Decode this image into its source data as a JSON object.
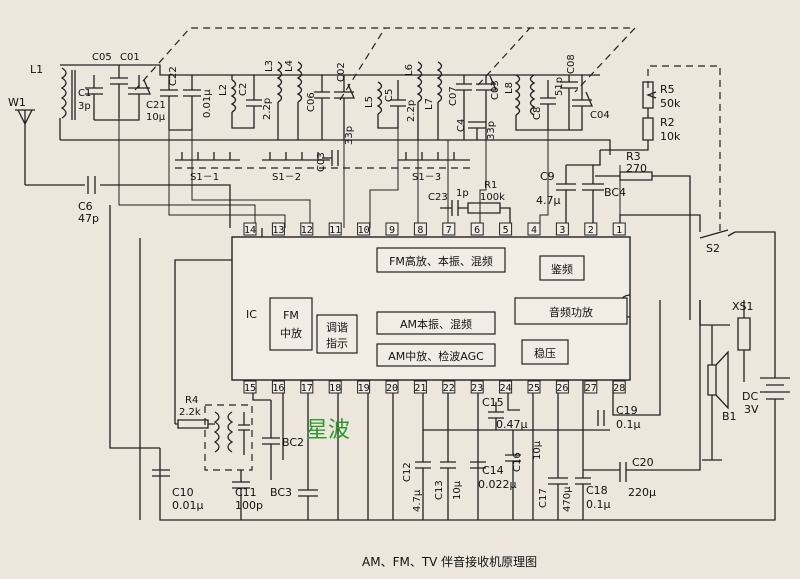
{
  "ic": {
    "label": "IC",
    "blocks": {
      "fm_front": "FM高放、本振、混频",
      "detector": "鉴频",
      "fm_if": [
        "FM",
        "中放"
      ],
      "tuning": [
        "调谐",
        "指示"
      ],
      "am_osc": "AM本振、混频",
      "audio_amp": "音频功放",
      "am_if": "AM中放、检波AGC",
      "regulator": "稳压"
    },
    "pins_top": [
      "14",
      "13",
      "12",
      "11",
      "10",
      "9",
      "8",
      "7",
      "6",
      "5",
      "4",
      "3",
      "2",
      "1"
    ],
    "pins_bottom": [
      "15",
      "16",
      "17",
      "18",
      "19",
      "20",
      "21",
      "22",
      "23",
      "24",
      "25",
      "26",
      "27",
      "28"
    ]
  },
  "components": {
    "L1": "L1",
    "W1": "W1",
    "C1": "C1",
    "C1v": "3p",
    "C05": "C05",
    "C01": "C01",
    "C21": "C21",
    "C21v": "10μ",
    "C22": "C22",
    "C22v": "0.01μ",
    "L2": "L2",
    "C2": "C2",
    "C2v": "2.2p",
    "L3": "L3",
    "L4": "L4",
    "C06": "C06",
    "C02": "C02",
    "C03": "C03",
    "C03v": "33p",
    "L5": "L5",
    "C5": "C5",
    "C5v": "2.2p",
    "L6": "L6",
    "L7": "L7",
    "C07": "C07",
    "C4": "C4",
    "C4v": "33p",
    "L8": "L8",
    "C8": "C8",
    "C8v": "51p",
    "C08": "C08",
    "C04": "C04",
    "R5": "R5",
    "R5v": "50k",
    "R2": "R2",
    "R2v": "10k",
    "R3": "R3",
    "R3v": "270",
    "C9": "C9",
    "C9v": "4.7μ",
    "BC4": "BC4",
    "C6": "C6",
    "C6v": "47p",
    "S11": "S1－1",
    "S12": "S1－2",
    "S13": "S1－3",
    "C23": "C23",
    "C23v": "1p",
    "R1": "R1",
    "R1v": "100k",
    "S2": "S2",
    "XS1": "XS1",
    "B1": "B1",
    "DC": "DC",
    "DCv": "3V",
    "R4": "R4",
    "R4v": "2.2k",
    "BC2": "BC2",
    "BC3": "BC3",
    "C10": "C10",
    "C10v": "0.01μ",
    "C11": "C11",
    "C11v": "100p",
    "C12": "C12",
    "C12v": "4.7μ",
    "C13": "C13",
    "C13v": "10μ",
    "C14": "C14",
    "C14v": "0.022μ",
    "C15": "C15",
    "C15v": "0.47μ",
    "C16": "C16",
    "C16v": "10μ",
    "C17": "C17",
    "C17v": "470μ",
    "C18": "C18",
    "C18v": "0.1μ",
    "C19": "C19",
    "C19v": "0.1μ",
    "C20": "C20",
    "C20v": "220μ"
  },
  "watermark": "星波",
  "caption": "AM、FM、TV 伴音接收机原理图"
}
